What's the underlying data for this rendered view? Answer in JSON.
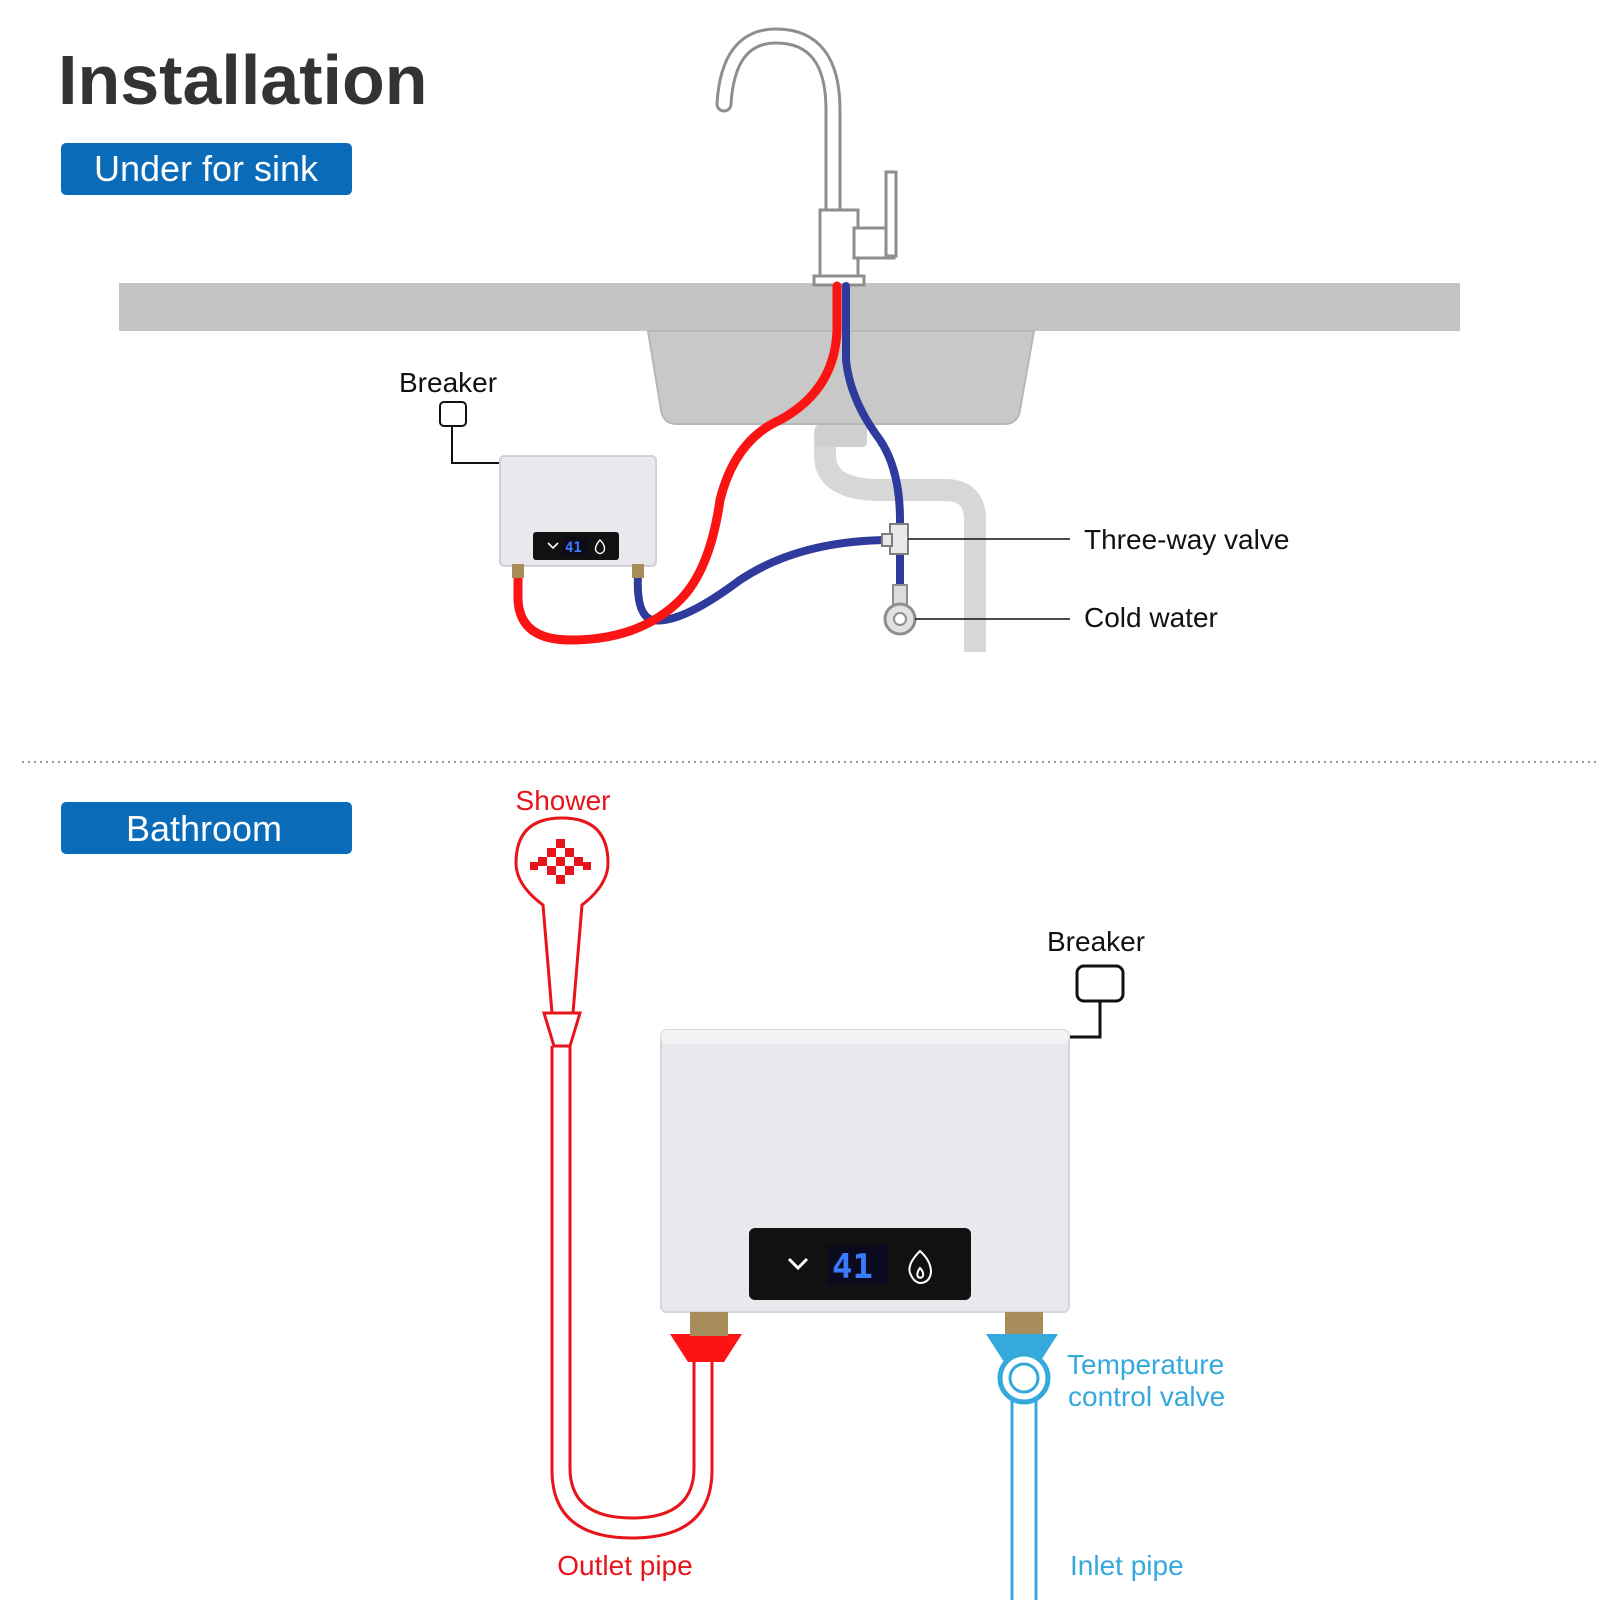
{
  "title": "Installation",
  "sections": {
    "sink": {
      "tag": "Under for sink",
      "labels": {
        "breaker": "Breaker",
        "three_way_valve": "Three-way valve",
        "cold_water": "Cold water"
      },
      "display_value": "41"
    },
    "bathroom": {
      "tag": "Bathroom",
      "labels": {
        "shower": "Shower",
        "breaker": "Breaker",
        "temperature_valve_line1": "Temperature",
        "temperature_valve_line2": "control valve",
        "outlet_pipe": "Outlet pipe",
        "inlet_pipe": "Inlet pipe"
      },
      "display_value": "41"
    }
  },
  "colors": {
    "tag_bg": "#0a6bb8",
    "hot_pipe": "#fa1414",
    "cold_pipe": "#2e3a9c",
    "shower_red": "#e8141b",
    "inlet_blue": "#35a9dc",
    "counter_gray": "#c4c4c4"
  },
  "icons": [
    "faucet-icon",
    "chevron-down-icon",
    "flame-icon",
    "shower-head-icon"
  ]
}
